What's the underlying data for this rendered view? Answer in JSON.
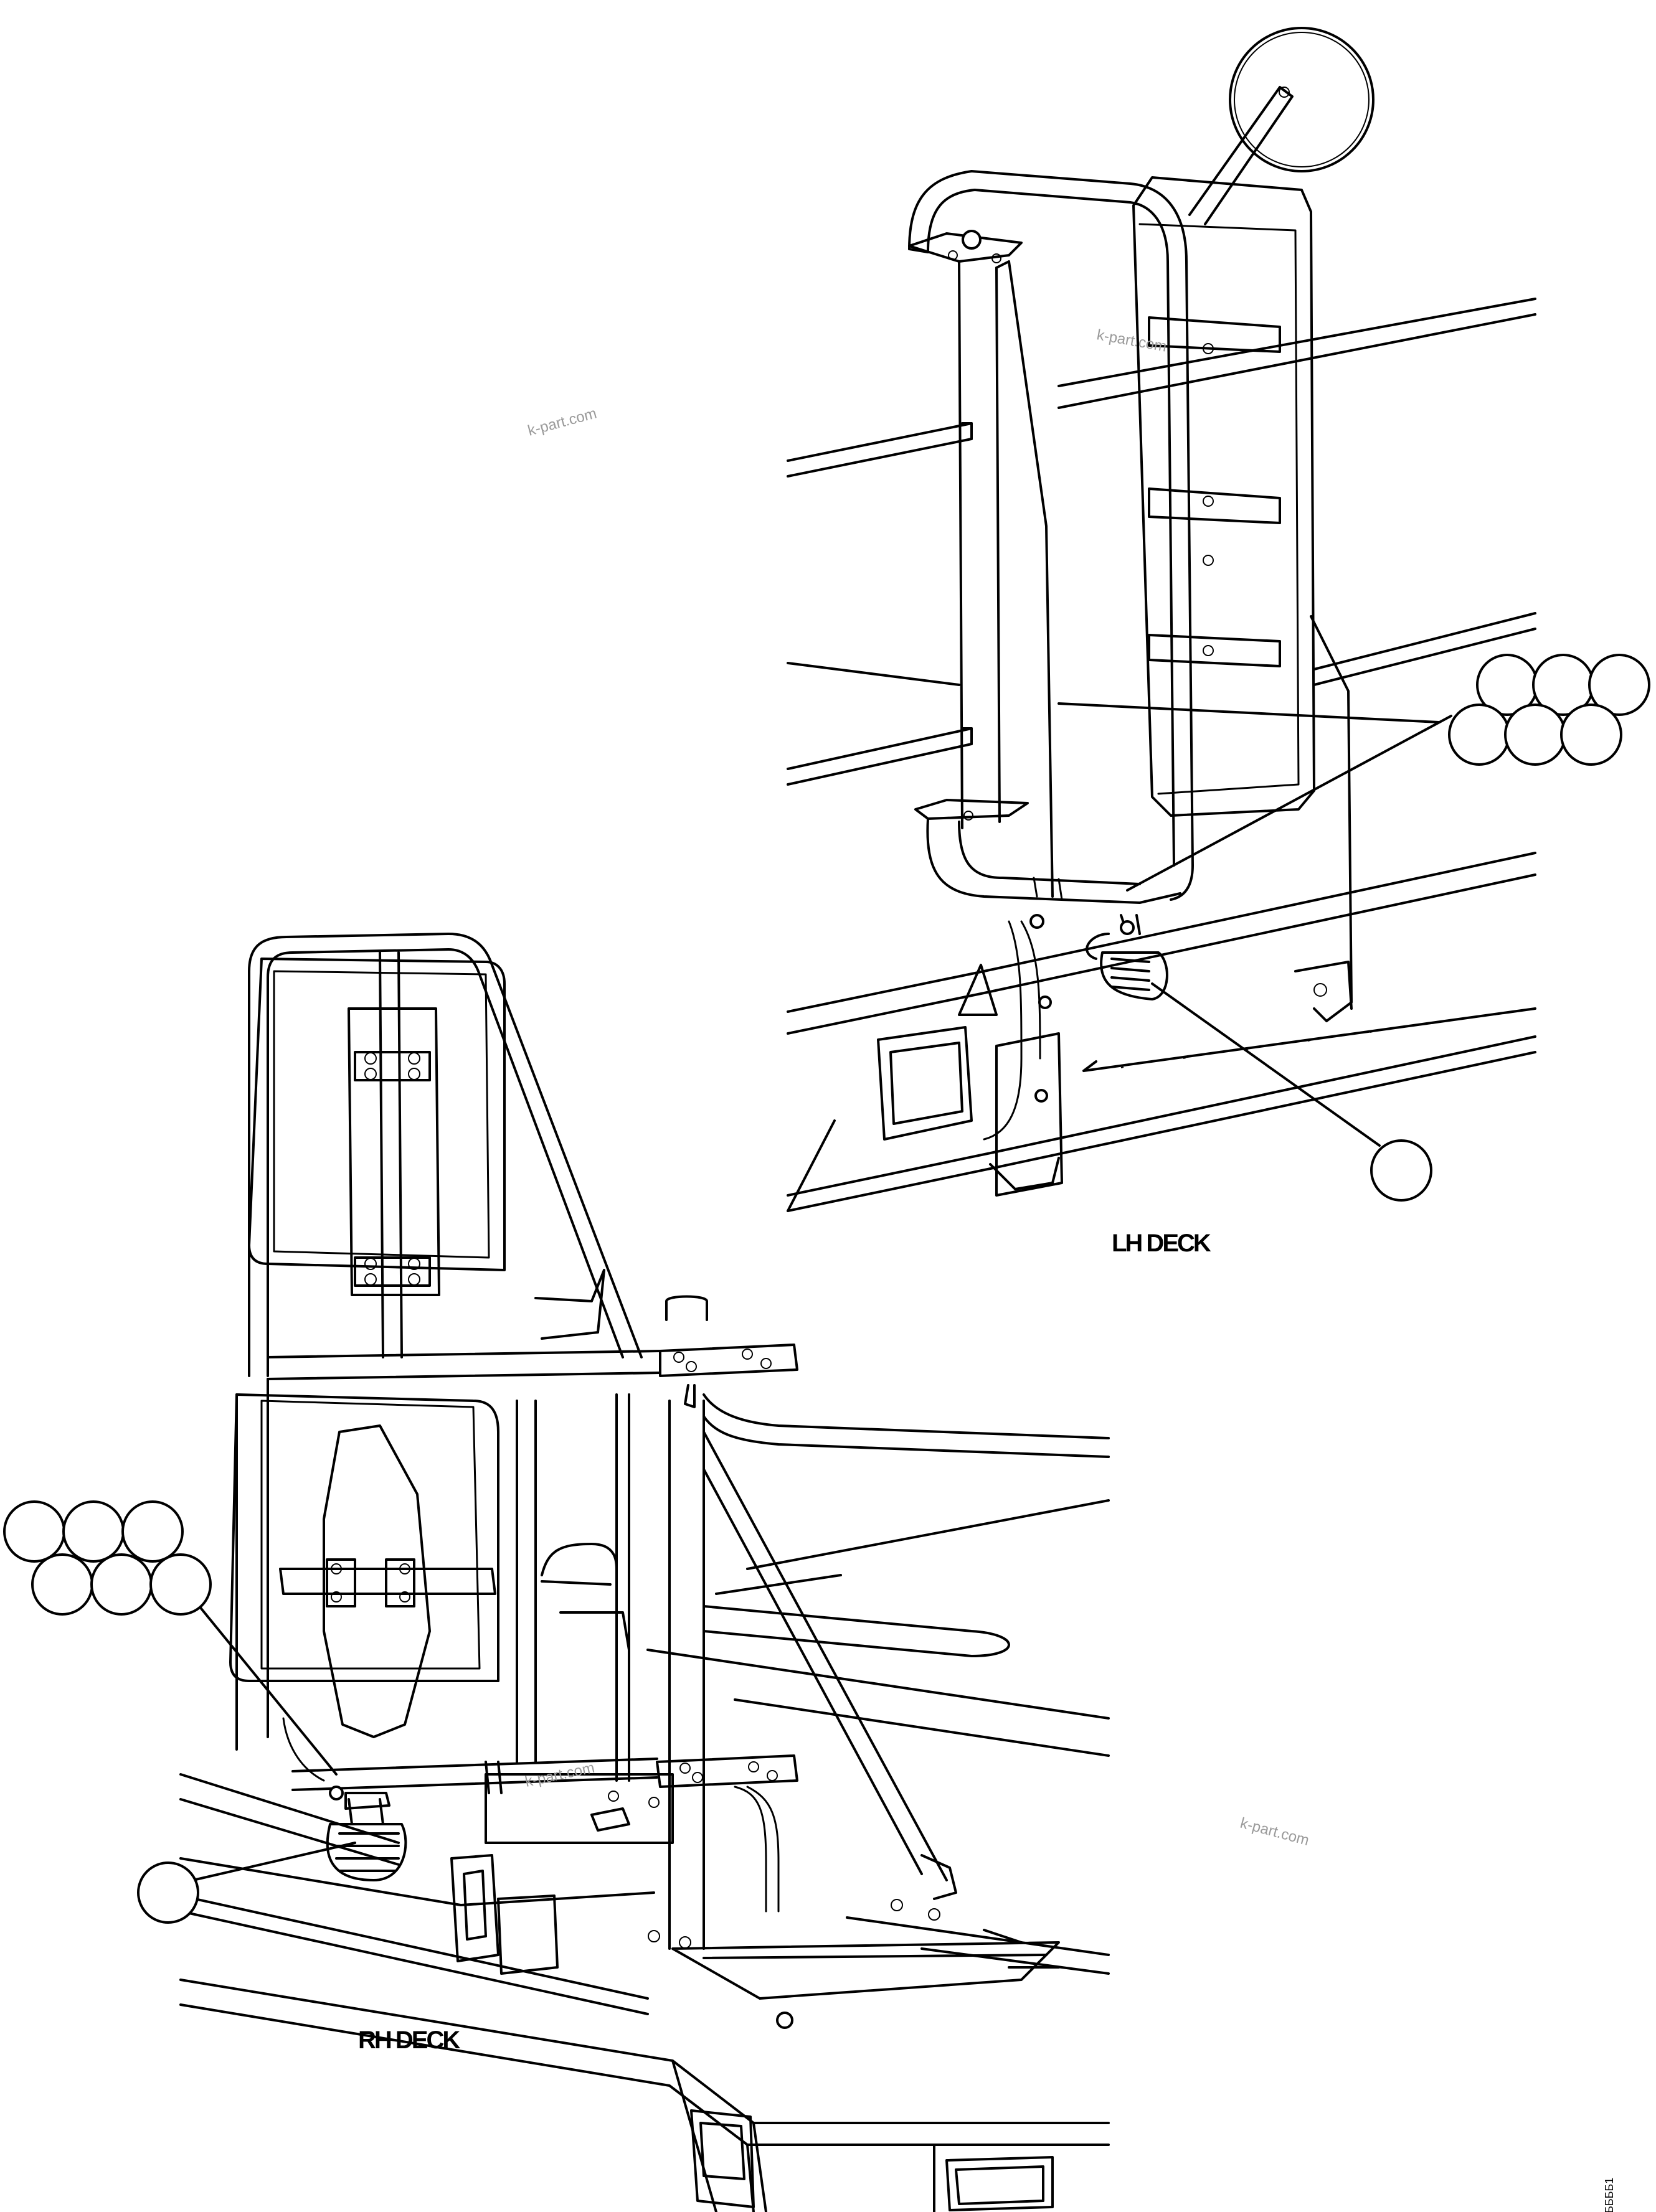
{
  "views": {
    "lh_deck": {
      "label": "LH DECK"
    },
    "rh_deck": {
      "label": "RH DECK"
    }
  },
  "watermark": "k-part.com",
  "drawing_code": "ББББ1"
}
